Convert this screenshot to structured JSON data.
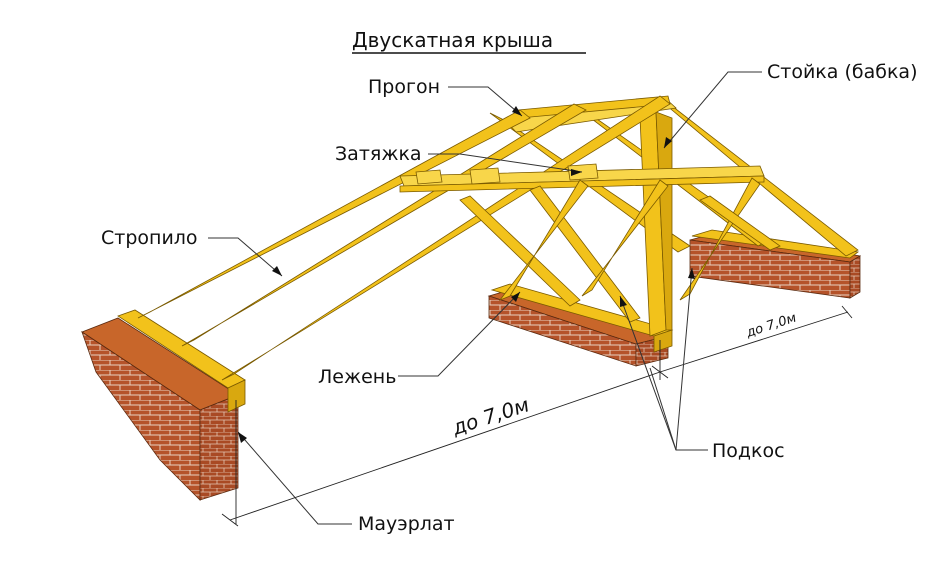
{
  "title": "Двускатная крыша",
  "labels": {
    "progon": "Прогон",
    "stoyka": "Стойка (бабка)",
    "zatyazhka": "Затяжка",
    "stropilo": "Стропило",
    "lezhen": "Лежень",
    "podkos": "Подкос",
    "mauerlat": "Мауэрлат"
  },
  "dimensions": {
    "span_main": "до 7,0м",
    "span_side": "до 7,0м"
  },
  "colors": {
    "wood": "#f2c21b",
    "brick": "#b5532a",
    "mortar": "#e9d2c0"
  }
}
